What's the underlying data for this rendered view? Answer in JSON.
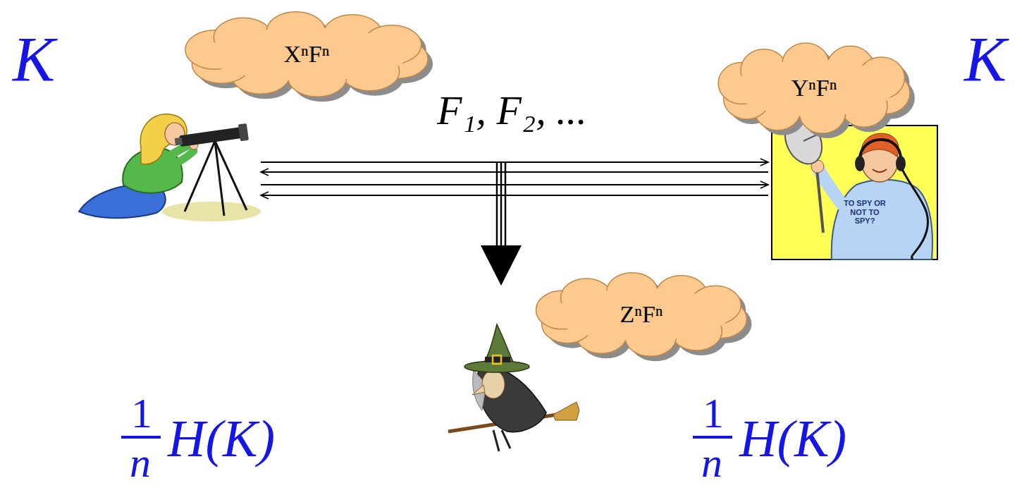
{
  "diagram": {
    "nodes": [
      {
        "text": [
          "XⁿFⁿ"
        ]
      },
      {
        "text": [
          "YⁿFⁿ"
        ]
      },
      {
        "text": [
          "ZⁿFⁿ"
        ]
      }
    ],
    "labels": [
      "K",
      "K",
      "F₁, F₂, ...",
      "1",
      "n",
      "H(K)",
      "1",
      "n",
      "H(K)",
      "TO SPY OR NOT TO SPY?"
    ]
  }
}
